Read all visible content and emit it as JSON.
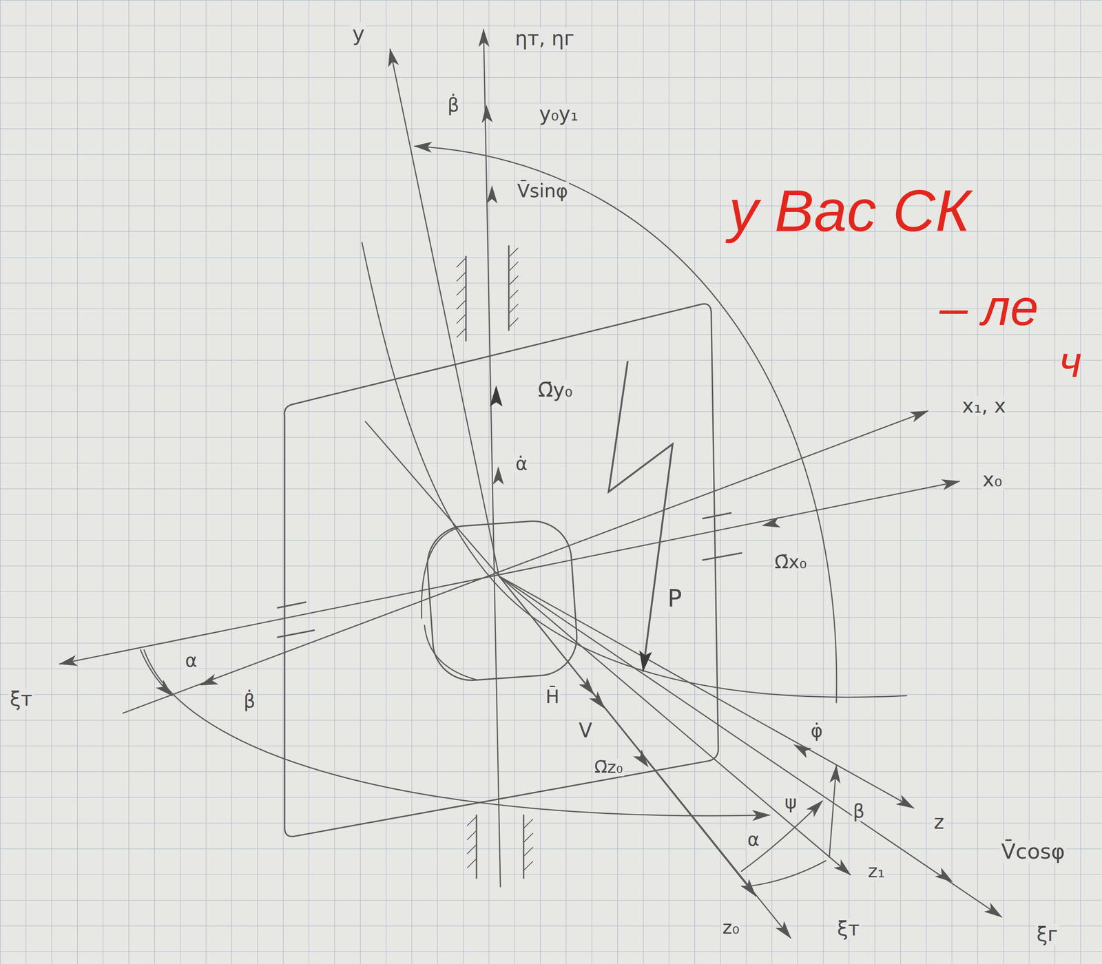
{
  "diagram": {
    "labels": [
      "y",
      "ηт, ηг",
      "β̇",
      "y₀y₁",
      "V̄sinφ",
      "Ω̄y₀",
      "α̇",
      "x₁, x",
      "x₀",
      "Ω̄x₀",
      "P",
      "ξт",
      "α",
      "β̇",
      "H̄",
      "V",
      "Ω̄z₀",
      "φ̇",
      "ψ",
      "β",
      "α",
      "z",
      "z₁",
      "z₀",
      "ξт",
      "V̄cosφ",
      "ξг",
      "у Вас СК",
      "– ле",
      "ч"
    ]
  }
}
